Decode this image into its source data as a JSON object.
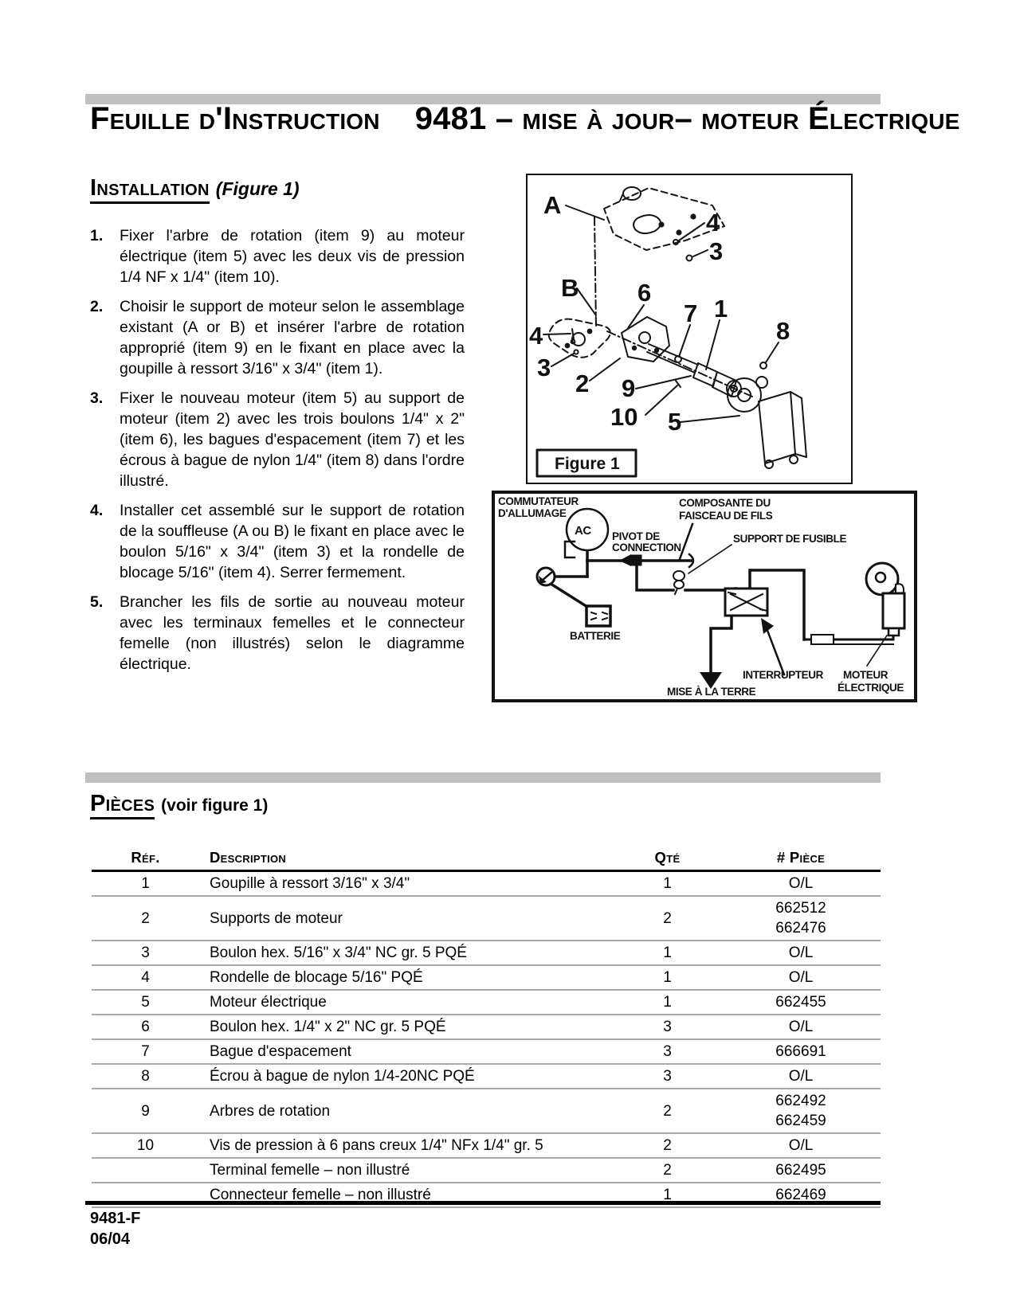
{
  "header": {
    "title_left": "Feuille d'Instruction",
    "title_right": "9481 – mise à jour– moteur Électrique"
  },
  "installation": {
    "heading": "Installation",
    "heading_suffix": "(Figure 1)",
    "steps": [
      {
        "num": "1.",
        "text": "Fixer l'arbre de rotation (item 9) au moteur électrique (item 5) avec les deux vis de pression 1/4 NF x 1/4\" (item 10)."
      },
      {
        "num": "2.",
        "text": "Choisir le support de moteur selon le assemblage existant (A or B) et insérer l'arbre de rotation approprié (item 9) en le fixant en place avec la goupille à ressort 3/16\" x 3/4\" (item 1)."
      },
      {
        "num": "3.",
        "text": "Fixer le nouveau moteur (item 5) au support de moteur (item 2) avec les trois boulons 1/4\" x 2\" (item 6), les bagues d'espacement (item 7) et les écrous à bague de nylon 1/4\" (item 8) dans l'ordre illustré."
      },
      {
        "num": "4.",
        "text": "Installer cet assemblé sur le support de rotation de la souffleuse (A ou B) le fixant en place avec le boulon 5/16\" x 3/4\" (item 3) et la rondelle de blocage 5/16\" (item 4). Serrer fermement."
      },
      {
        "num": "5.",
        "text": "Brancher les fils de sortie au nouveau moteur avec les terminaux femelles et le connecteur femelle (non illustrés) selon le diagramme électrique."
      }
    ]
  },
  "figure": {
    "caption": "Figure 1",
    "callouts": {
      "a": "A",
      "b": "B",
      "n1": "1",
      "n2": "2",
      "n3": "3",
      "n4": "4",
      "n5": "5",
      "n6": "6",
      "n7": "7",
      "n8": "8",
      "n9": "9",
      "n10": "10"
    }
  },
  "wiring": {
    "labels": {
      "ignition_1": "COMMUTATEUR",
      "ignition_2": "D'ALLUMAGE",
      "ac": "AC",
      "pivot_1": "PIVOT DE",
      "pivot_2": "CONNECTION",
      "harness_1": "COMPOSANTE DU",
      "harness_2": "FAISCEAU DE FILS",
      "fuse_holder": "SUPPORT DE FUSIBLE",
      "battery": "BATTERIE",
      "switch": "INTERRUPTEUR",
      "ground": "MISE À LA TERRE",
      "motor_1": "MOTEUR",
      "motor_2": "ÉLECTRIQUE"
    }
  },
  "parts": {
    "heading": "Pièces",
    "heading_suffix": "(voir figure 1)",
    "columns": [
      "Réf.",
      "Description",
      "Qté",
      "# Pièce"
    ],
    "rows": [
      {
        "ref": "1",
        "desc": "Goupille à ressort 3/16\" x 3/4\"",
        "qty": "1",
        "part": "O/L"
      },
      {
        "ref": "2",
        "desc": "Supports de moteur",
        "qty": "2",
        "part": [
          "662512",
          "662476"
        ]
      },
      {
        "ref": "3",
        "desc": "Boulon hex. 5/16\" x 3/4\" NC gr. 5 PQÉ",
        "qty": "1",
        "part": "O/L"
      },
      {
        "ref": "4",
        "desc": "Rondelle de blocage 5/16\" PQÉ",
        "qty": "1",
        "part": "O/L"
      },
      {
        "ref": "5",
        "desc": "Moteur électrique",
        "qty": "1",
        "part": "662455"
      },
      {
        "ref": "6",
        "desc": "Boulon hex. 1/4\" x 2\" NC gr. 5 PQÉ",
        "qty": "3",
        "part": "O/L"
      },
      {
        "ref": "7",
        "desc": "Bague d'espacement",
        "qty": "3",
        "part": "666691"
      },
      {
        "ref": "8",
        "desc": "Écrou à bague de nylon 1/4-20NC PQÉ",
        "qty": "3",
        "part": "O/L"
      },
      {
        "ref": "9",
        "desc": "Arbres de rotation",
        "qty": "2",
        "part": [
          "662492",
          "662459"
        ]
      },
      {
        "ref": "10",
        "desc": "Vis de pression à 6 pans creux 1/4\" NFx 1/4\" gr. 5",
        "qty": "2",
        "part": "O/L"
      },
      {
        "ref": "",
        "desc": "Terminal femelle – non illustré",
        "qty": "2",
        "part": "662495"
      },
      {
        "ref": "",
        "desc": "Connecteur femelle – non illustré",
        "qty": "1",
        "part": "662469"
      }
    ]
  },
  "footer": {
    "doc_number": "9481-F",
    "date": "06/04"
  }
}
